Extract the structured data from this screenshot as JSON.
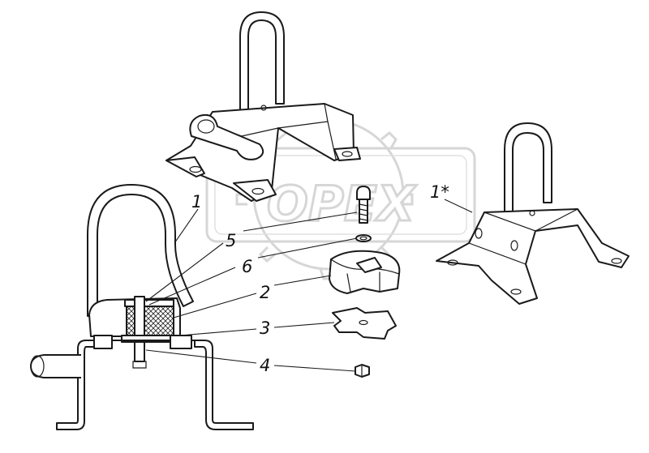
{
  "watermark": {
    "text": "OPEX"
  },
  "callouts": [
    {
      "id": "callout-1",
      "label": "1"
    },
    {
      "id": "callout-1-star",
      "label": "1*"
    },
    {
      "id": "callout-5",
      "label": "5"
    },
    {
      "id": "callout-6",
      "label": "6"
    },
    {
      "id": "callout-2",
      "label": "2"
    },
    {
      "id": "callout-3",
      "label": "3"
    },
    {
      "id": "callout-4",
      "label": "4"
    }
  ],
  "colors": {
    "line": "#1a1a1a",
    "watermark": "#d0d0d0"
  }
}
